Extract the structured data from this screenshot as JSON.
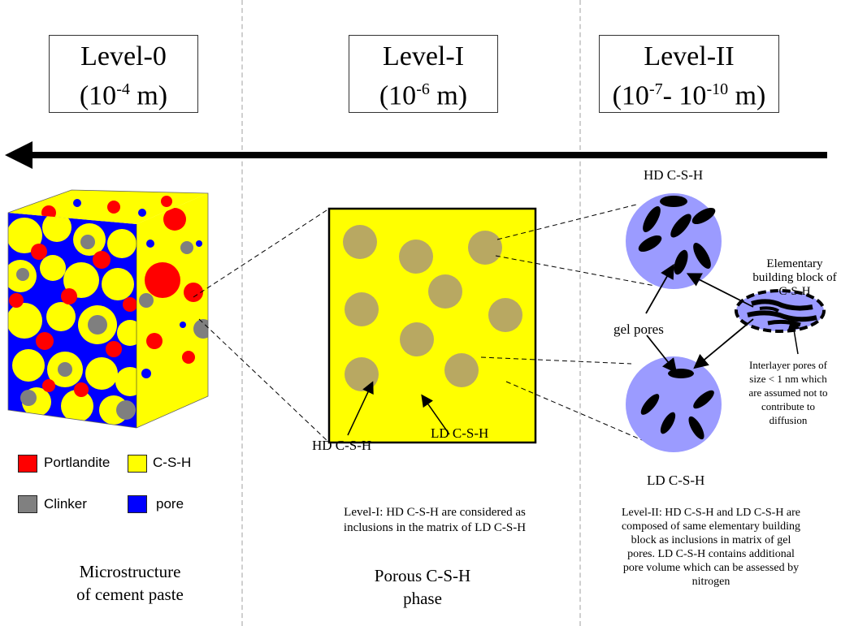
{
  "levels": [
    {
      "title": "Level-0",
      "scale_prefix": "(10",
      "scale_exp": "-4",
      "scale_suffix": " m)"
    },
    {
      "title": "Level-I",
      "scale_prefix": "(10",
      "scale_exp": "-6",
      "scale_suffix": " m)"
    },
    {
      "title": "Level-II",
      "scale_prefix": "(10",
      "scale_exp": "-7",
      "scale_mid": "- 10",
      "scale_exp2": "-10",
      "scale_suffix": " m)"
    }
  ],
  "legend": [
    {
      "label": "Portlandite",
      "color": "#ff0000"
    },
    {
      "label": "C-S-H",
      "color": "#ffff00"
    },
    {
      "label": "Clinker",
      "color": "#808080"
    },
    {
      "label": "pore",
      "color": "#0000ff"
    }
  ],
  "level1": {
    "hd_label": "HD C-S-H",
    "ld_label": "LD C-S-H",
    "note": [
      "Level-I: HD C-S-H are considered as",
      "inclusions in  the matrix of LD C-S-H"
    ]
  },
  "level2": {
    "hd_label": "HD C-S-H",
    "ld_label": "LD C-S-H",
    "gel_pores": "gel pores",
    "ebb_label": [
      "Elementary",
      "building block of",
      "C-S-H"
    ],
    "interlayer_label": [
      "Interlayer pores of",
      "size < 1 nm which",
      "are assumed not to",
      "contribute to",
      "diffusion"
    ],
    "note": [
      "Level-II: HD C-S-H and LD C-S-H are",
      "composed of same elementary building",
      "block  as inclusions in matrix of gel",
      "pores. LD C-S-H contains additional",
      "pore volume which can be assessed by",
      "nitrogen"
    ]
  },
  "captions": {
    "level0": [
      "Microstructure",
      "of cement paste"
    ],
    "level1": [
      "Porous C-S-H",
      "phase"
    ]
  },
  "colors": {
    "csh_yellow": "#ffff00",
    "inclusion": "#b8a862",
    "globule": "#9b9bff"
  }
}
